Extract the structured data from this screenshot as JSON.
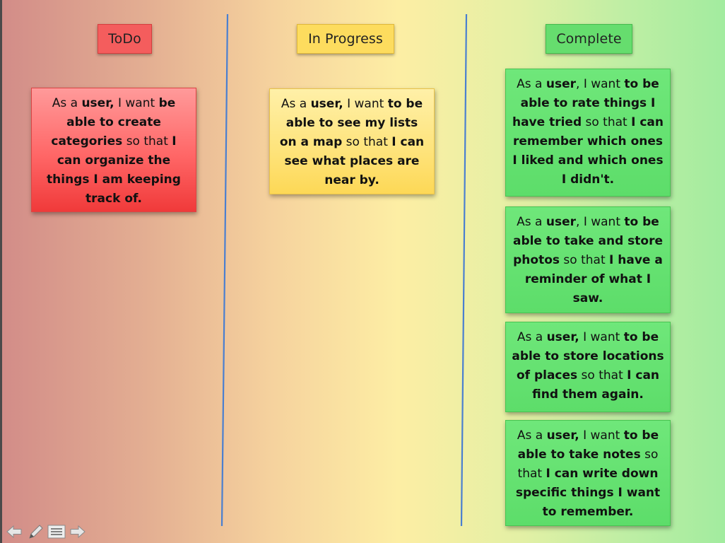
{
  "columns": {
    "todo": {
      "title": "ToDo"
    },
    "in_progress": {
      "title": "In Progress"
    },
    "complete": {
      "title": "Complete"
    }
  },
  "cards": {
    "todo_1": [
      {
        "t": "As a ",
        "b": false
      },
      {
        "t": "user,",
        "b": true
      },
      {
        "t": " I want ",
        "b": false
      },
      {
        "t": "be able to create categories",
        "b": true
      },
      {
        "t": " so that ",
        "b": false
      },
      {
        "t": "I can organize the things I am keeping track of.",
        "b": true
      }
    ],
    "in_progress_1": [
      {
        "t": "As a ",
        "b": false
      },
      {
        "t": "user,",
        "b": true
      },
      {
        "t": " I want ",
        "b": false
      },
      {
        "t": "to be able to see my lists on a map",
        "b": true
      },
      {
        "t": " so that ",
        "b": false
      },
      {
        "t": "I can see what places are near by.",
        "b": true
      }
    ],
    "complete_1": [
      {
        "t": "As a ",
        "b": false
      },
      {
        "t": "user",
        "b": true
      },
      {
        "t": ", I want ",
        "b": false
      },
      {
        "t": "to be able to rate things I have tried",
        "b": true
      },
      {
        "t": " so that ",
        "b": false
      },
      {
        "t": "I can remember which ones I liked and which ones I didn't.",
        "b": true
      }
    ],
    "complete_2": [
      {
        "t": "As a ",
        "b": false
      },
      {
        "t": "user",
        "b": true
      },
      {
        "t": ", I want ",
        "b": false
      },
      {
        "t": "to be able to take and store photos",
        "b": true
      },
      {
        "t": " so that ",
        "b": false
      },
      {
        "t": "I have a reminder of what I saw.",
        "b": true
      }
    ],
    "complete_3": [
      {
        "t": "As a ",
        "b": false
      },
      {
        "t": "user,",
        "b": true
      },
      {
        "t": " I want ",
        "b": false
      },
      {
        "t": "to be able to store locations of places",
        "b": true
      },
      {
        "t": " so that ",
        "b": false
      },
      {
        "t": "I can find them again.",
        "b": true
      }
    ],
    "complete_4": [
      {
        "t": "As a ",
        "b": false
      },
      {
        "t": "user,",
        "b": true
      },
      {
        "t": " I want ",
        "b": false
      },
      {
        "t": "to be able to take notes",
        "b": true
      },
      {
        "t": " so that ",
        "b": false
      },
      {
        "t": "I can write down specific things I want to remember.",
        "b": true
      }
    ]
  },
  "colors": {
    "todo": "#f45d5d",
    "in_progress": "#fddc5e",
    "complete": "#66dd6e",
    "divider": "#4a7fd0"
  },
  "toolbar": {
    "icons": [
      "back-arrow-icon",
      "pen-icon",
      "menu-icon",
      "forward-arrow-icon"
    ]
  }
}
